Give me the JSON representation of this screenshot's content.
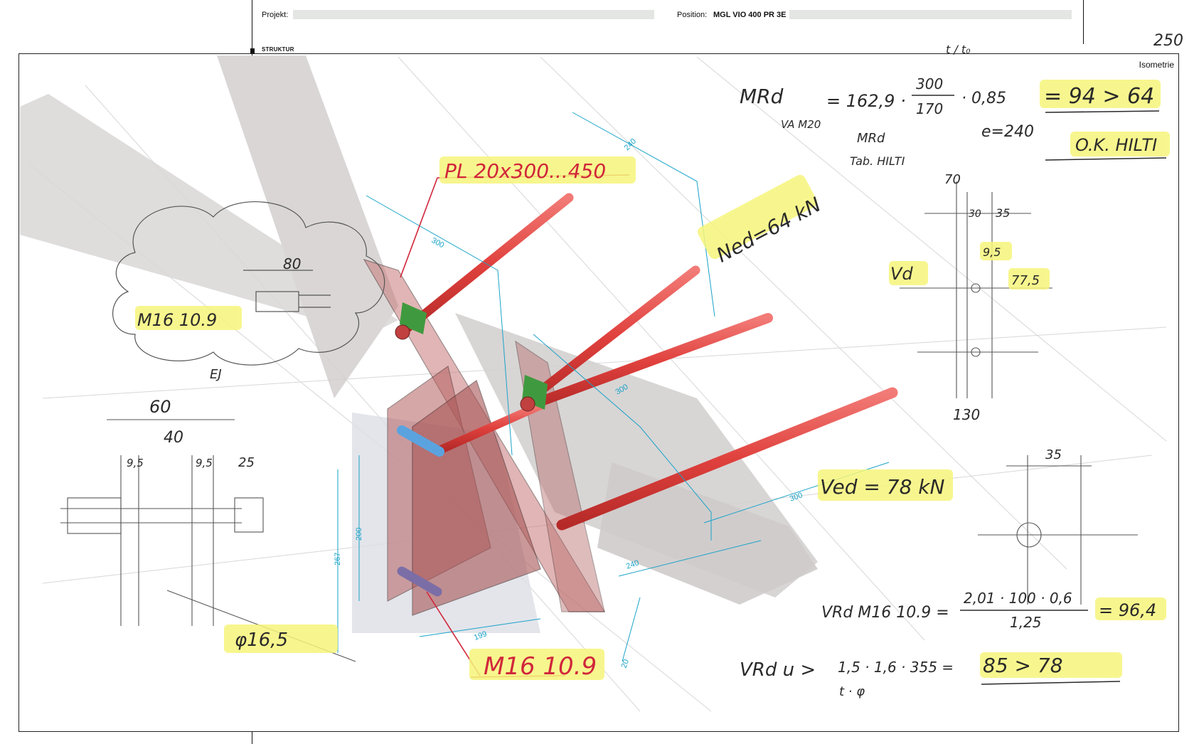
{
  "header": {
    "project_label": "Projekt:",
    "position_label": "Position:",
    "position_value": "MGL VIO 400 PR 3E",
    "section_label": "STRUKTUR",
    "view_label": "Isometrie"
  },
  "dimensions": [
    "240",
    "300",
    "300",
    "300",
    "240",
    "200",
    "267",
    "199",
    "20"
  ],
  "handwriting": {
    "plate": "PL 20x300...450",
    "bolt_top": "M16 10.9",
    "bolt_bottom": "M16 10.9",
    "hole": "φ16,5",
    "ned": "Ned=64 kN",
    "ved": "Ved = 78 kN",
    "vd_label": "Vd",
    "mrd_lhs": "MRd",
    "mrd_sub": "VA M20",
    "mrd_mid": "= 162,9 ·",
    "mrd_frac_top": "300",
    "mrd_frac_bot": "170",
    "mrd_factor": "· 0,85",
    "mrd_result": "= 94 > 64",
    "mrd_note1": "MRd",
    "mrd_note2": "Tab. HILTI",
    "e_note": "e=240",
    "ok": "O.K. HILTI",
    "vrd_label": "VRd M16 10.9 =",
    "vrd_num": "2,01 · 100 · 0,6",
    "vrd_den": "1,25",
    "vrd_result": "= 96,4",
    "vrdu_label": "VRd u >",
    "vrdu_expr": "1,5 · 1,6 · 355 =",
    "vrdu_sub": "t · φ",
    "vrdu_result": "85 > 78",
    "corner": "250",
    "t_frac": "t / t₀",
    "sk_80": "80",
    "sk_60": "60",
    "sk_40": "40",
    "sk_95": "9,5",
    "sk_95b": "9,5",
    "sk_25": "25",
    "sk_e": "EJ",
    "sk_70": "70",
    "sk_30": "30",
    "sk_35": "35",
    "sk_95c": "9,5",
    "sk_775": "77,5",
    "sk_130": "130",
    "sk_35b": "35"
  },
  "colors": {
    "rod": "#e0413d",
    "plate": "#c97a7a",
    "beam": "#d6d2d2",
    "dimension": "#1aa3c8",
    "highlight": "#f6f57a",
    "nut": "#3f9a3f"
  }
}
